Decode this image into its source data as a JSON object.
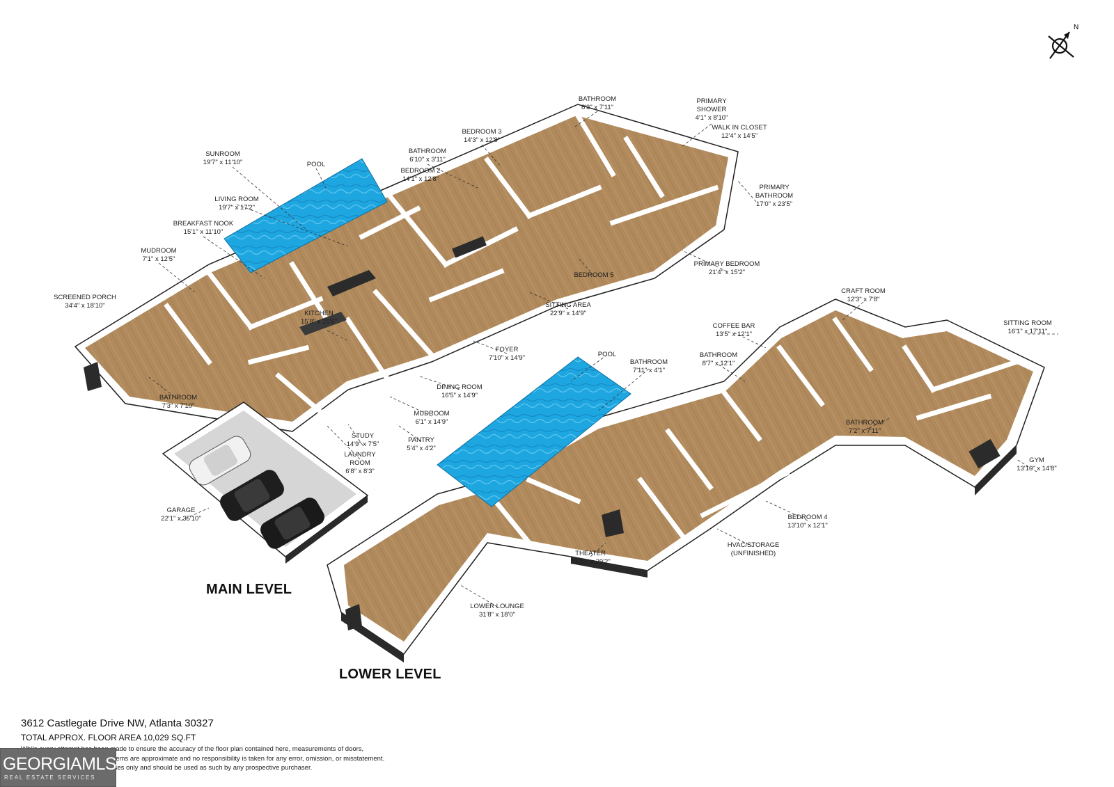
{
  "compass": {
    "north_label": "N"
  },
  "levels": {
    "main": "MAIN LEVEL",
    "lower": "LOWER LEVEL"
  },
  "rooms": {
    "bathroom_top": {
      "name": "BATHROOM",
      "dim": "8'3\" x 7'11\""
    },
    "primary_shower": {
      "name": "PRIMARY SHOWER",
      "dim": "4'1\" x 8'10\""
    },
    "walk_in_closet": {
      "name": "WALK IN CLOSET",
      "dim": "12'4\" x 14'5\""
    },
    "bedroom3": {
      "name": "BEDROOM 3",
      "dim": "14'3\" x 12'8\""
    },
    "bathroom_b3": {
      "name": "BATHROOM",
      "dim": "6'10\" x 3'11\""
    },
    "bedroom2": {
      "name": "BEDROOM 2",
      "dim": "14'1\" x 12'8\""
    },
    "primary_bathroom": {
      "name": "PRIMARY BATHROOM",
      "dim": "17'0\" x 23'5\""
    },
    "sunroom": {
      "name": "SUNROOM",
      "dim": "19'7\" x 11'10\""
    },
    "pool_main": {
      "name": "POOL"
    },
    "living_room": {
      "name": "LIVING ROOM",
      "dim": "19'7\" x 17'2\""
    },
    "breakfast_nook": {
      "name": "BREAKFAST NOOK",
      "dim": "15'1\" x 11'10\""
    },
    "mudroom_main": {
      "name": "MUDROOM",
      "dim": "7'1\" x 12'5\""
    },
    "primary_bedroom": {
      "name": "PRIMARY BEDROOM",
      "dim": "21'4\" x 15'2\""
    },
    "bedroom5": {
      "name": "BEDROOM 5"
    },
    "screened_porch": {
      "name": "SCREENED PORCH",
      "dim": "34'4\" x 18'10\""
    },
    "kitchen": {
      "name": "KITCHEN",
      "dim": "15'8\" x 21'6\""
    },
    "sitting_area": {
      "name": "SITTING AREA",
      "dim": "22'9\" x 14'9\""
    },
    "craft_room": {
      "name": "CRAFT ROOM",
      "dim": "12'3\" x 7'8\""
    },
    "coffee_bar": {
      "name": "COFFEE BAR",
      "dim": "13'5\" x 12'1\""
    },
    "sitting_room": {
      "name": "SITTING ROOM",
      "dim": "16'1\" x 17'11\""
    },
    "foyer": {
      "name": "FOYER",
      "dim": "7'10\" x 14'9\""
    },
    "pool_lower": {
      "name": "POOL"
    },
    "bathroom_lower_a": {
      "name": "BATHROOM",
      "dim": "7'11\" x 4'1\""
    },
    "bathroom_lower_b": {
      "name": "BATHROOM",
      "dim": "8'7\" x 12'1\""
    },
    "dining_room": {
      "name": "DINING ROOM",
      "dim": "16'5\" x 14'9\""
    },
    "bathroom_main": {
      "name": "BATHROOM",
      "dim": "7'3\" x 7'10\""
    },
    "mudroom_2": {
      "name": "MUDROOM",
      "dim": "6'1\" x 14'9\""
    },
    "bathroom_lower_c": {
      "name": "BATHROOM",
      "dim": "7'2\" x 7'11\""
    },
    "study": {
      "name": "STUDY",
      "dim": "14'9\" x 7'5\""
    },
    "pantry": {
      "name": "PANTRY",
      "dim": "5'4\" x 4'2\""
    },
    "laundry": {
      "name": "LAUNDRY ROOM",
      "dim": "6'8\" x 8'3\""
    },
    "gym": {
      "name": "GYM",
      "dim": "13'10\" x 14'8\""
    },
    "garage": {
      "name": "GARAGE",
      "dim": "22'1\" x 35'10\""
    },
    "bedroom4": {
      "name": "BEDROOM 4",
      "dim": "13'10\" x 12'1\""
    },
    "theater": {
      "name": "THEATER",
      "dim": "21'10\" x 29'2\""
    },
    "hvac": {
      "name": "HVAC/STORAGE",
      "dim": "(UNFINISHED)"
    },
    "lower_lounge": {
      "name": "LOWER LOUNGE",
      "dim": "31'8\" x 18'0\""
    }
  },
  "footer": {
    "address": "3612 Castlegate Drive NW, Atlanta 30327",
    "area": "TOTAL APPROX. FLOOR AREA 10,029 SQ.FT",
    "disclaimer_1": "While every attempt has been made to ensure the accuracy of the floor plan contained here, measurements of doors,",
    "disclaimer_2": "windows, rooms and any other items are approximate and no responsibility is taken for any error, omission, or misstatement.",
    "disclaimer_3": "This plan is for illustrative purposes only and should be used as such by any prospective purchaser."
  },
  "logo": {
    "main": "GEORGIAMLS",
    "sub": "REAL ESTATE SERVICES"
  },
  "colors": {
    "floor": "#b08a5c",
    "floor_dark": "#8c6a43",
    "wall": "#ffffff",
    "wall_edge": "#2a2a2a",
    "pool": "#1ea6e0",
    "garage_floor": "#d6d6d6"
  }
}
